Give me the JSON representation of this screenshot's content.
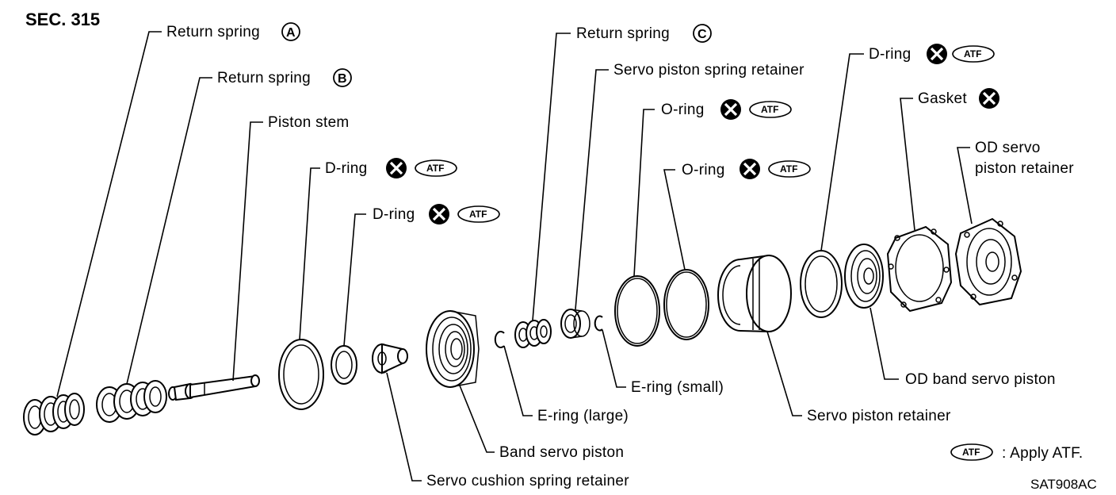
{
  "section": "SEC. 315",
  "code": "SAT908AC",
  "legend": {
    "badge": "ATF",
    "text": ": Apply ATF."
  },
  "labels": {
    "return_spring_a": "Return spring",
    "return_spring_a_mark": "A",
    "return_spring_b": "Return spring",
    "return_spring_b_mark": "B",
    "piston_stem": "Piston stem",
    "d_ring_1": "D-ring",
    "d_ring_2": "D-ring",
    "return_spring_c": "Return spring",
    "return_spring_c_mark": "C",
    "servo_piston_spring_retainer": "Servo piston spring retainer",
    "o_ring_1": "O-ring",
    "o_ring_2": "O-ring",
    "d_ring_3": "D-ring",
    "gasket": "Gasket",
    "od_servo_piston_retainer_1": "OD servo",
    "od_servo_piston_retainer_2": "piston retainer",
    "od_band_servo_piston": "OD band servo piston",
    "servo_piston_retainer": "Servo piston retainer",
    "e_ring_small": "E-ring (small)",
    "e_ring_large": "E-ring (large)",
    "band_servo_piston": "Band servo piston",
    "servo_cushion_spring_retainer": "Servo cushion spring retainer",
    "atf": "ATF"
  }
}
